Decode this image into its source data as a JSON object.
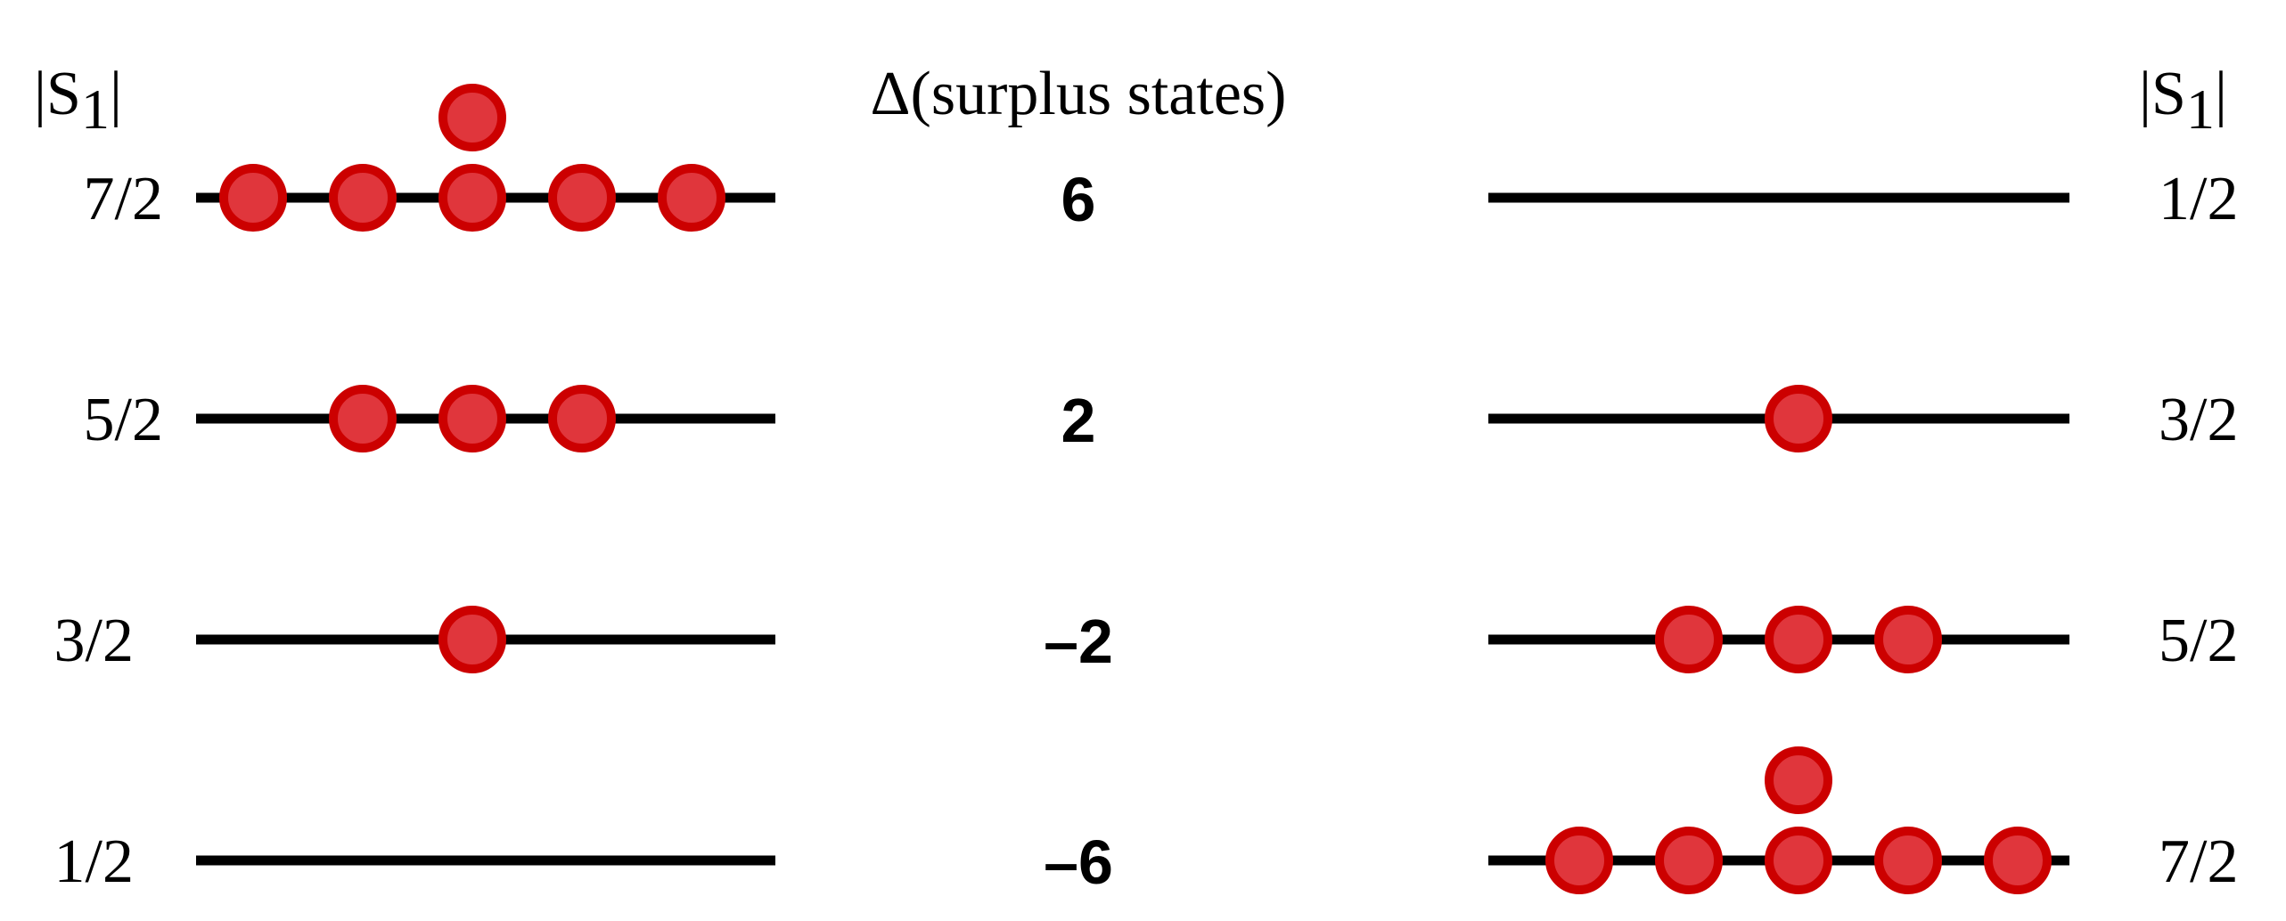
{
  "header": {
    "left_label_main": "|S",
    "left_label_sub": "1",
    "left_label_end": "|",
    "center_label": "Δ(surplus states)",
    "right_label_main": "|S",
    "right_label_sub": "1",
    "right_label_end": "|"
  },
  "rows": [
    {
      "left_spin": "7/2",
      "delta": "6",
      "right_spin": "1/2",
      "left_dots_on_line": 5,
      "left_dots_above": 1,
      "right_dots_on_line": 0,
      "right_dots_above": 0
    },
    {
      "left_spin": "5/2",
      "delta": "2",
      "right_spin": "3/2",
      "left_dots_on_line": 3,
      "left_dots_above": 0,
      "right_dots_on_line": 1,
      "right_dots_above": 0
    },
    {
      "left_spin": "3/2",
      "delta": "–2",
      "right_spin": "5/2",
      "left_dots_on_line": 1,
      "left_dots_above": 0,
      "right_dots_on_line": 3,
      "right_dots_above": 0
    },
    {
      "left_spin": "1/2",
      "delta": "–6",
      "right_spin": "7/2",
      "left_dots_on_line": 0,
      "left_dots_above": 0,
      "right_dots_on_line": 5,
      "right_dots_above": 1
    }
  ],
  "colors": {
    "dot_fill": "#e0363c",
    "dot_stroke": "#cc0000",
    "line": "#000000"
  }
}
